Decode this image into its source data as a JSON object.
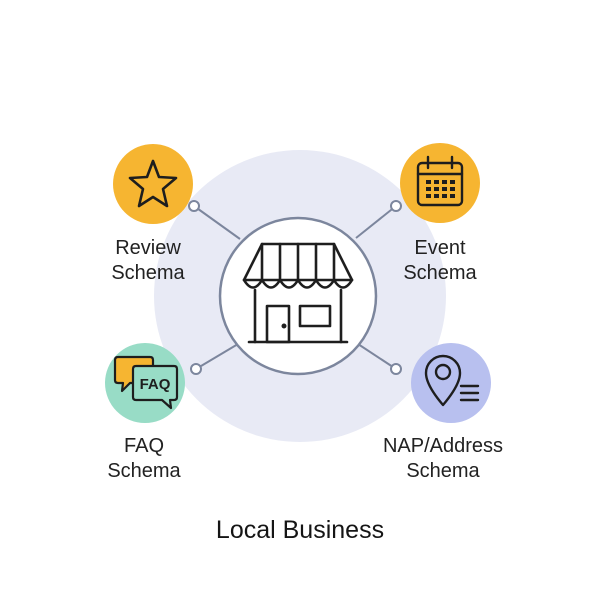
{
  "colors": {
    "halo": "#e8eaf5",
    "line": "#7c869d",
    "stroke": "#1e1e1e",
    "review_bg": "#f6b531",
    "event_bg": "#f6b531",
    "faq_bg": "#98dcc6",
    "faq_bubble_back": "#f6b531",
    "faq_bubble_front": "#98dcc6",
    "nap_bg": "#b8c0ef"
  },
  "icons": {
    "center": "storefront-icon",
    "review": "star-icon",
    "event": "calendar-icon",
    "faq": "chat-bubbles-icon",
    "nap": "location-pin-list-icon"
  },
  "nodes": {
    "review": {
      "line1": "Review",
      "line2": "Schema"
    },
    "event": {
      "line1": "Event",
      "line2": "Schema"
    },
    "faq": {
      "icon_text": "FAQ",
      "line1": "FAQ",
      "line2": "Schema"
    },
    "nap": {
      "line1": "NAP/Address",
      "line2": "Schema"
    }
  },
  "center": {
    "label": "Local Business"
  }
}
